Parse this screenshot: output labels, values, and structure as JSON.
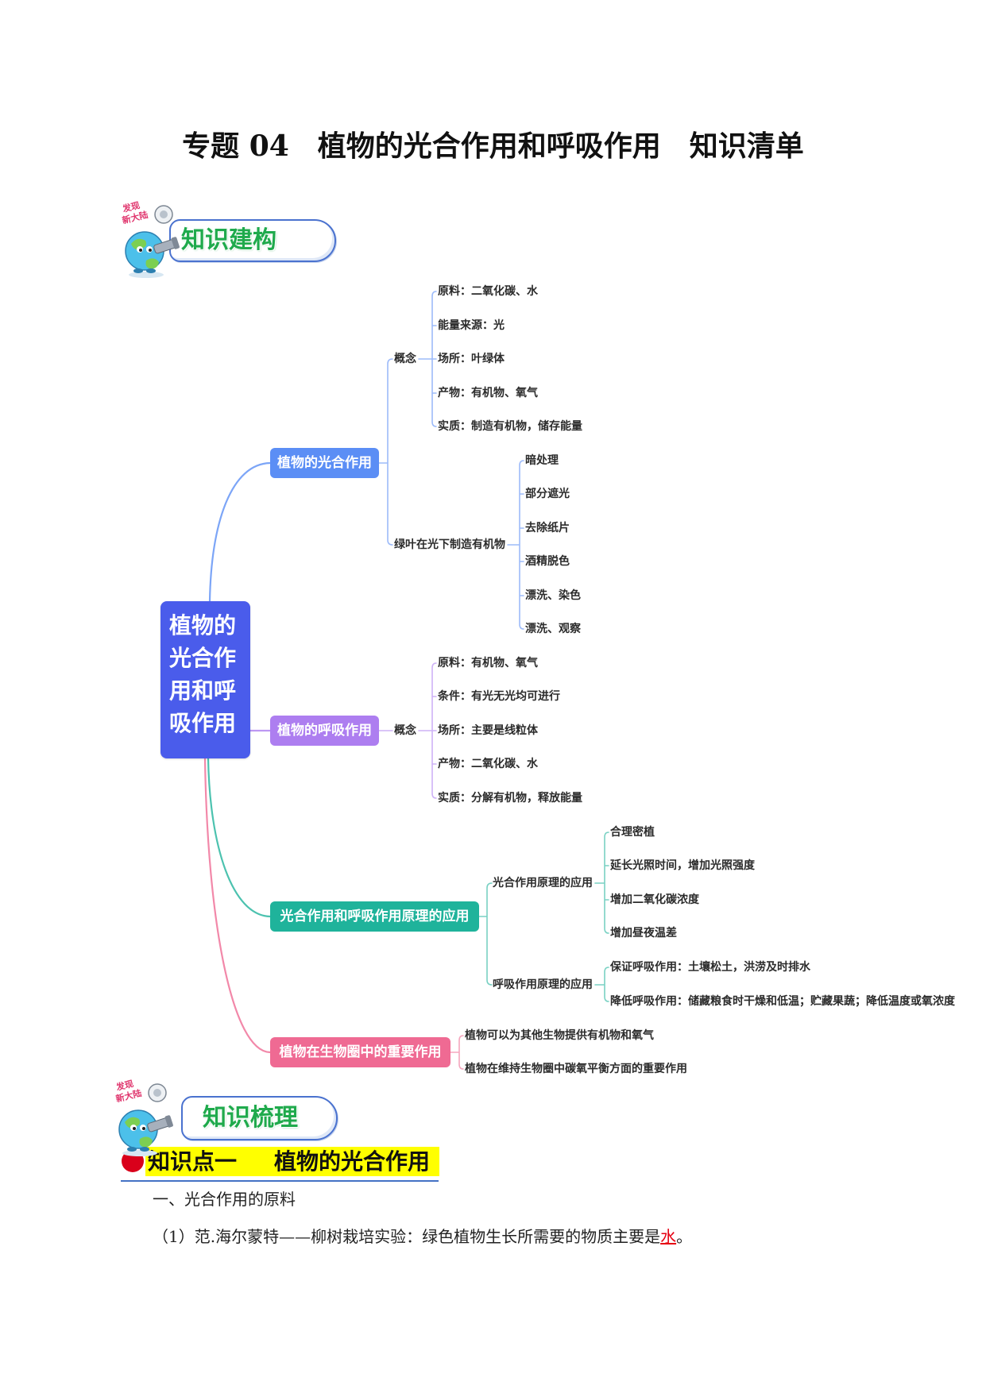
{
  "document": {
    "title": "专题 04　植物的光合作用和呼吸作用　知识清单"
  },
  "mascot": {
    "caption_line1": "发现",
    "caption_line2": "新大陆"
  },
  "section_construct": {
    "badge": "知识建构"
  },
  "mindmap": {
    "root": {
      "lines": [
        "植物的",
        "光合作",
        "用和呼",
        "吸作用"
      ]
    },
    "photosynthesis": {
      "label": "植物的光合作用",
      "concept": {
        "label": "概念",
        "items": [
          "原料：二氧化碳、水",
          "能量来源：光",
          "场所：叶绿体",
          "产物：有机物、氧气",
          "实质：制造有机物，储存能量"
        ]
      },
      "experiment": {
        "label": "绿叶在光下制造有机物",
        "steps": [
          "暗处理",
          "部分遮光",
          "去除纸片",
          "酒精脱色",
          "漂洗、染色",
          "漂洗、观察"
        ]
      }
    },
    "respiration": {
      "label": "植物的呼吸作用",
      "concept": {
        "label": "概念",
        "items": [
          "原料：有机物、氧气",
          "条件：有光无光均可进行",
          "场所：主要是线粒体",
          "产物：二氧化碳、水",
          "实质：分解有机物，释放能量"
        ]
      }
    },
    "application": {
      "label": "光合作用和呼吸作用原理的应用",
      "photosynthesis_use": {
        "label": "光合作用原理的应用",
        "items": [
          "合理密植",
          "延长光照时间，增加光照强度",
          "增加二氧化碳浓度",
          "增加昼夜温差"
        ]
      },
      "respiration_use": {
        "label": "呼吸作用原理的应用",
        "items": [
          "保证呼吸作用：土壤松土，洪涝及时排水",
          "降低呼吸作用：储藏粮食时干燥和低温；贮藏果蔬；降低温度或氧浓度"
        ]
      }
    },
    "biosphere": {
      "label": "植物在生物圈中的重要作用",
      "items": [
        "植物可以为其他生物提供有机物和氧气",
        "植物在维持生物圈中碳氧平衡方面的重要作用"
      ]
    }
  },
  "section_review": {
    "badge": "知识梳理"
  },
  "knowledge_point": {
    "number": "知识点一",
    "title": "植物的光合作用"
  },
  "content": {
    "heading": "一、光合作用的原料",
    "paragraph_1": {
      "text": "（1）范.海尔蒙特——柳树栽培实验：绿色植物生长所需要的物质主要是",
      "answer": "水",
      "end": "。"
    }
  },
  "colors": {
    "root": "#4a5ceb",
    "photosynthesis": "#5b8ef5",
    "respiration": "#ad7ef0",
    "application": "#1fb39b",
    "biosphere": "#ef6a93",
    "badge_text": "#1faa4c",
    "badge_border": "#4a72cf",
    "answer": "#e60012",
    "highlight": "#ffff00",
    "marker": "#d9001b",
    "rule": "#4472c4"
  }
}
